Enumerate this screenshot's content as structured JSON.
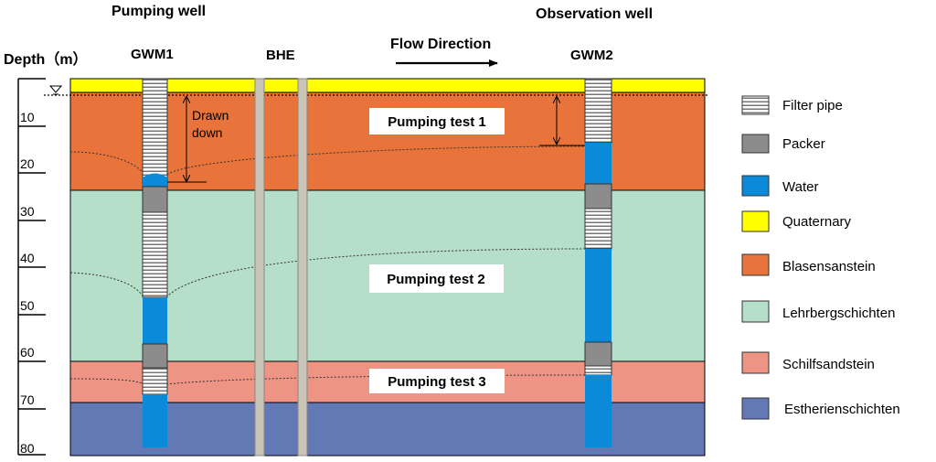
{
  "header": {
    "pumping_well": "Pumping well",
    "observation_well": "Observation well",
    "depth_label": "Depth（m）",
    "gwm1": "GWM1",
    "bhe": "BHE",
    "gwm2": "GWM2",
    "flow_direction": "Flow Direction"
  },
  "depth_axis": {
    "ticks": [
      "10",
      "20",
      "30",
      "40",
      "50",
      "60",
      "70",
      "80"
    ],
    "range_m": [
      0,
      80
    ]
  },
  "layers": [
    {
      "name": "Quaternary",
      "color": "#FFFF00"
    },
    {
      "name": "Blasensanstein",
      "color": "#E8743C"
    },
    {
      "name": "Lehrbergschichten",
      "color": "#B5DFC8"
    },
    {
      "name": "Schilfsandstein",
      "color": "#EE9484"
    },
    {
      "name": "Estherienschichten",
      "color": "#6379B5"
    }
  ],
  "annotations": {
    "drawn_down_line1": "Drawn",
    "drawn_down_line2": "down",
    "water_table_icon": "water-table-triangle-icon"
  },
  "tests": [
    {
      "label": "Pumping  test  1"
    },
    {
      "label": "Pumping  test  2"
    },
    {
      "label": "Pumping  test  3"
    }
  ],
  "legend": [
    {
      "label": "Filter  pipe",
      "icon": "filter-pipe-icon"
    },
    {
      "label": "Packer",
      "icon": "packer-icon",
      "color": "#8C8C8C"
    },
    {
      "label": "Water",
      "icon": "water-icon",
      "color": "#0A8AD8"
    },
    {
      "label": "Quaternary",
      "icon": "quaternary-swatch-icon",
      "color": "#FFFF00"
    },
    {
      "label": "Blasensanstein",
      "icon": "blasensanstein-swatch-icon",
      "color": "#E8743C"
    },
    {
      "label": "Lehrbergschichten",
      "icon": "lehrbergschichten-swatch-icon",
      "color": "#B5DFC8"
    },
    {
      "label": "Schilfsandstein",
      "icon": "schilfsandstein-swatch-icon",
      "color": "#EE9484"
    },
    {
      "label": "Estherienschichten",
      "icon": "estherienschichten-swatch-icon",
      "color": "#6379B5"
    }
  ]
}
